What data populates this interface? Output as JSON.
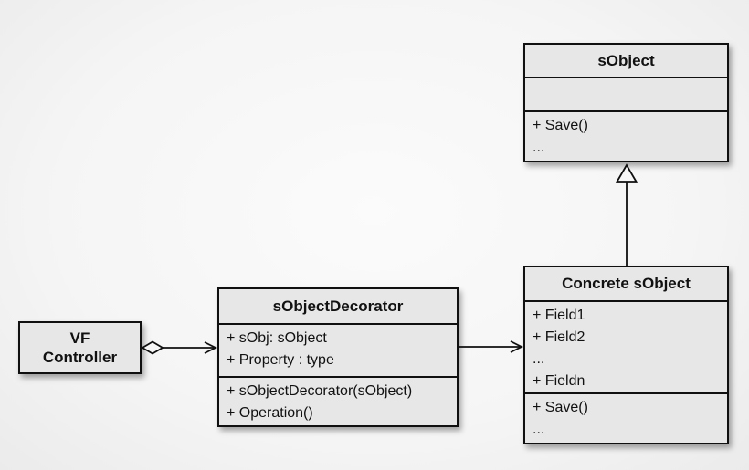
{
  "diagram": {
    "kind": "uml-class-diagram",
    "colors": {
      "background": "#f5f5f5",
      "box_fill": "#e7e7e7",
      "border": "#101010"
    }
  },
  "classes": {
    "sobject": {
      "title": "sObject",
      "attributes": [],
      "methods": [
        "+ Save()",
        "..."
      ]
    },
    "concrete_sobject": {
      "title": "Concrete sObject",
      "attributes": [
        "+ Field1",
        "+ Field2",
        "...",
        "+ Fieldn"
      ],
      "methods": [
        "+ Save()",
        "..."
      ]
    },
    "sobject_decorator": {
      "title": "sObjectDecorator",
      "attributes": [
        "+ sObj: sObject",
        "+ Property : type"
      ],
      "methods": [
        "+ sObjectDecorator(sObject)",
        "+ Operation()"
      ]
    },
    "vf_controller": {
      "title": "VF Controller",
      "attributes": [],
      "methods": []
    }
  },
  "relationships": [
    {
      "type": "generalization",
      "from": "Concrete sObject",
      "to": "sObject"
    },
    {
      "type": "directed-association",
      "from": "sObjectDecorator",
      "to": "Concrete sObject"
    },
    {
      "type": "aggregation",
      "from": "VF Controller",
      "to": "sObjectDecorator"
    }
  ]
}
